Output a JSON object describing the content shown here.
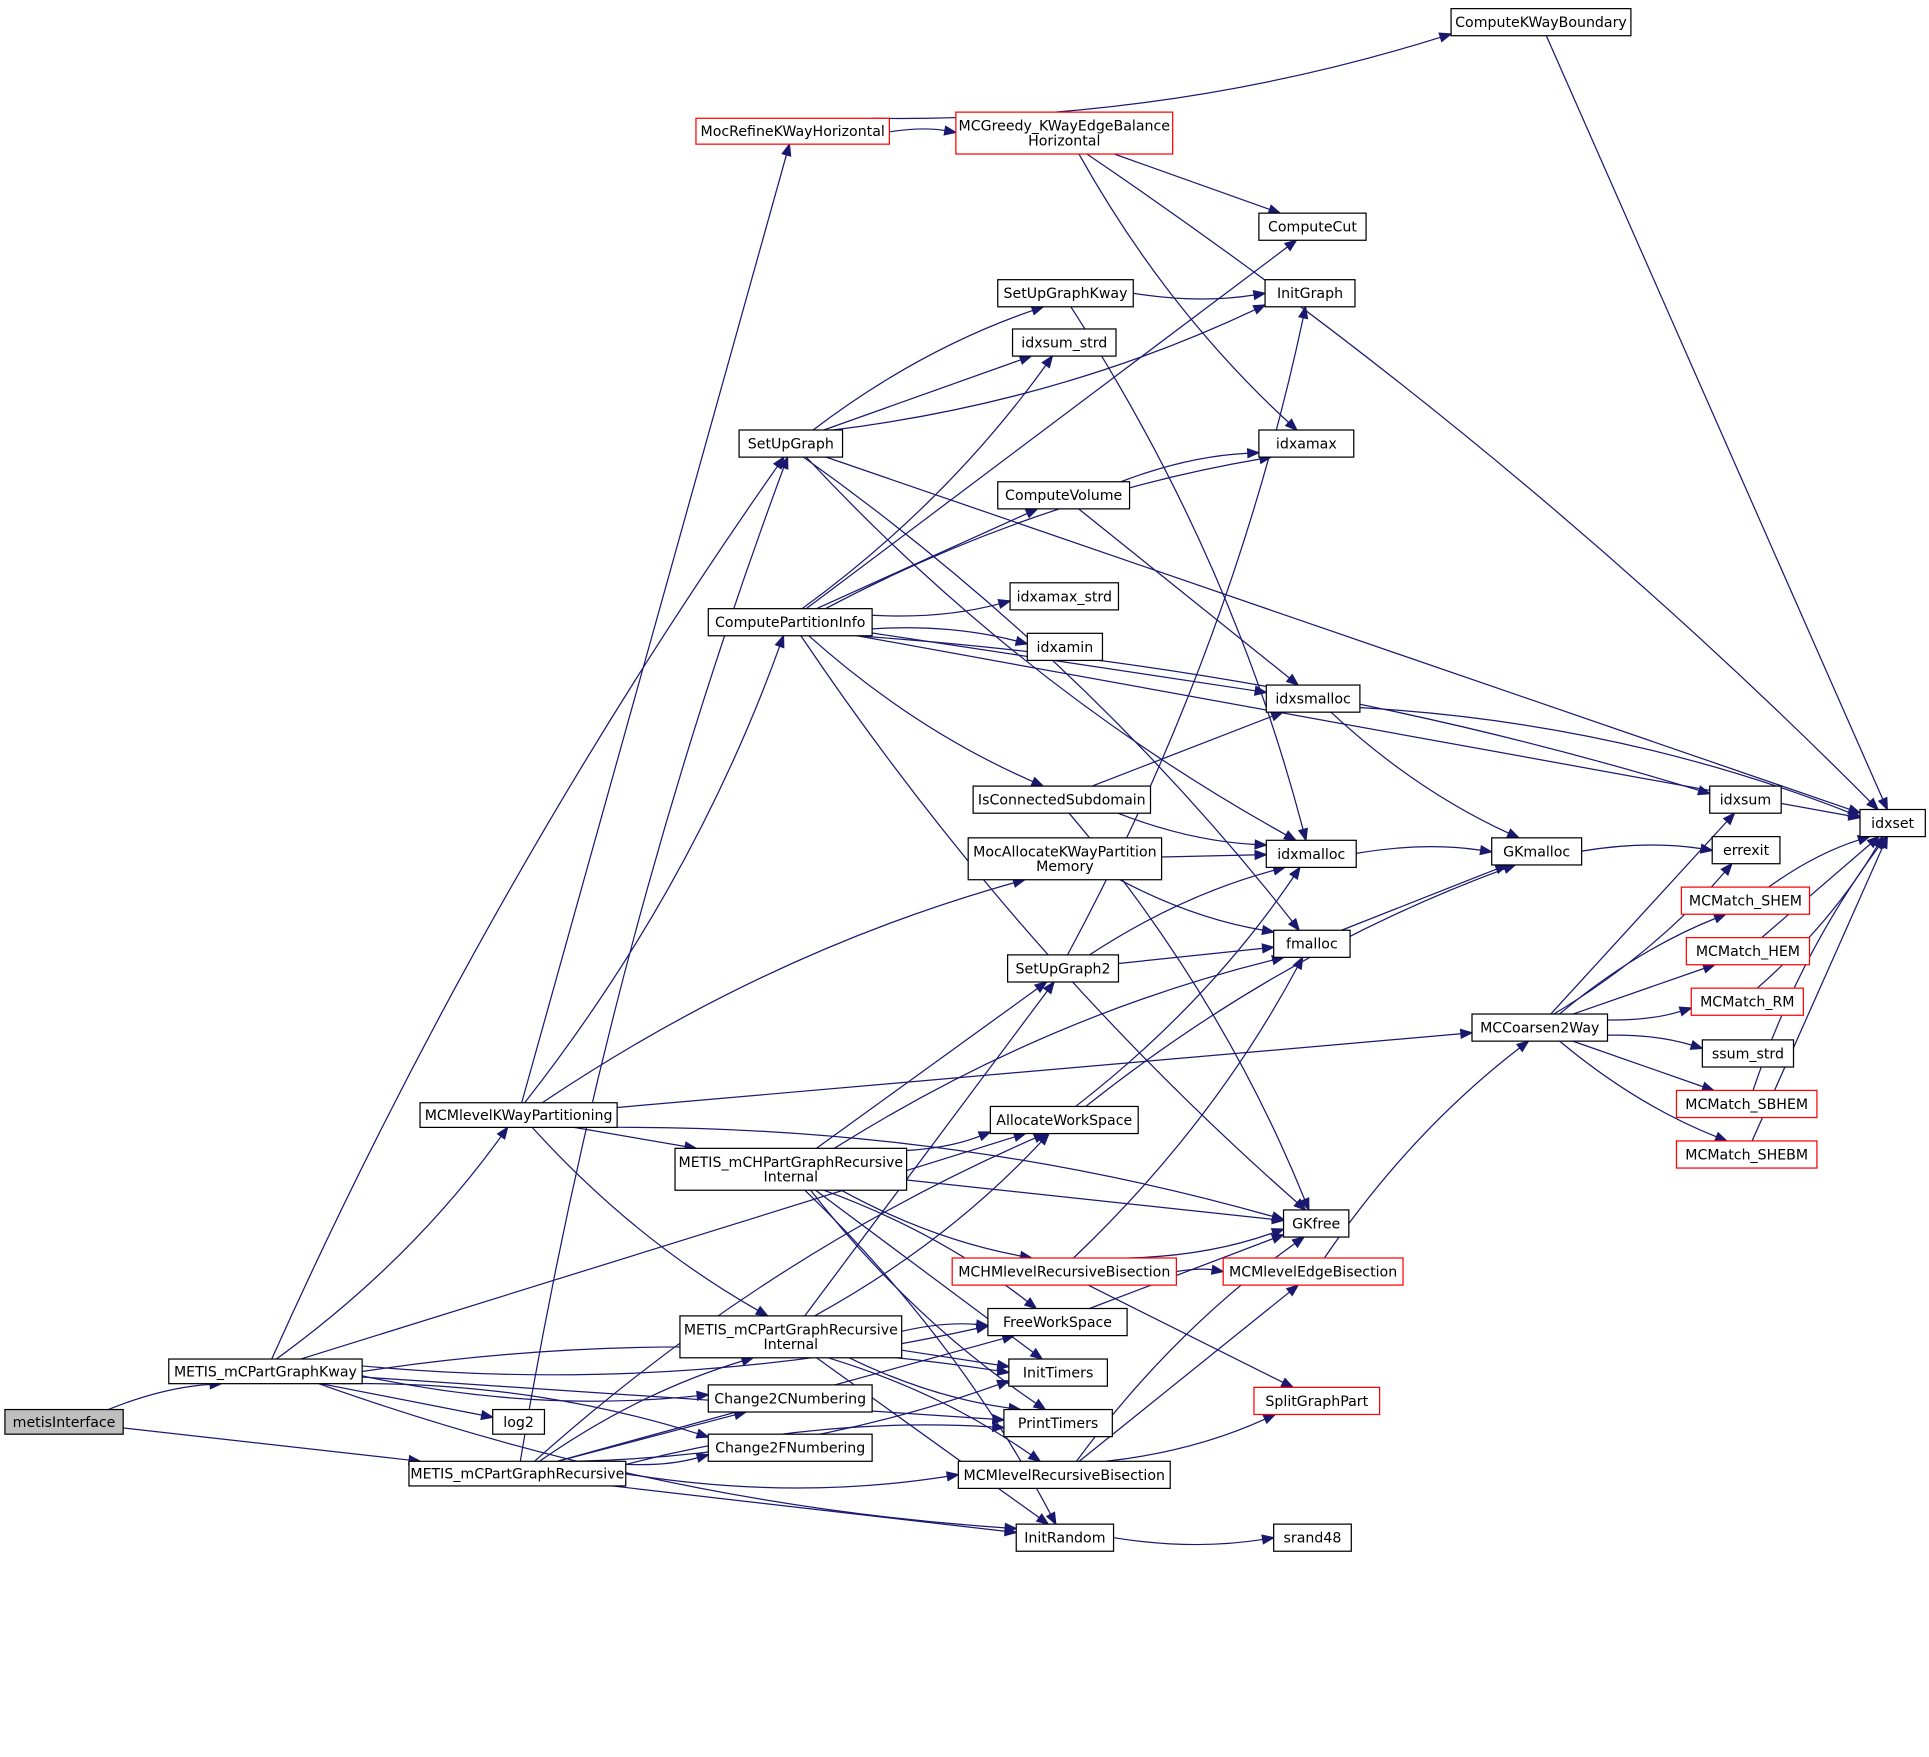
{
  "diagram": {
    "title": "Call graph for metisInterface",
    "colors": {
      "edge": "#191970",
      "node_border": "#000000",
      "node_border_truncated": "#ff0000",
      "root_fill": "#bfbfbf",
      "node_fill": "#ffffff"
    },
    "nodes": [
      {
        "id": "metisInterface",
        "lines": [
          "metisInterface"
        ],
        "style": "root"
      },
      {
        "id": "METIS_mCPartGraphKway",
        "lines": [
          "METIS_mCPartGraphKway"
        ],
        "style": "normal"
      },
      {
        "id": "METIS_mCPartGraphRecursive",
        "lines": [
          "METIS_mCPartGraphRecursive"
        ],
        "style": "normal"
      },
      {
        "id": "log2",
        "lines": [
          "log2"
        ],
        "style": "normal"
      },
      {
        "id": "MCMlevelKWayPartitioning",
        "lines": [
          "MCMlevelKWayPartitioning"
        ],
        "style": "normal"
      },
      {
        "id": "MocRefineKWayHorizontal",
        "lines": [
          "MocRefineKWayHorizontal"
        ],
        "style": "red"
      },
      {
        "id": "SetUpGraph",
        "lines": [
          "SetUpGraph"
        ],
        "style": "normal"
      },
      {
        "id": "ComputePartitionInfo",
        "lines": [
          "ComputePartitionInfo"
        ],
        "style": "normal"
      },
      {
        "id": "METIS_mCHPartGraphRecursiveInternal",
        "lines": [
          "METIS_mCHPartGraphRecursive",
          "Internal"
        ],
        "style": "normal"
      },
      {
        "id": "METIS_mCPartGraphRecursiveInternal",
        "lines": [
          "METIS_mCPartGraphRecursive",
          "Internal"
        ],
        "style": "normal"
      },
      {
        "id": "Change2CNumbering",
        "lines": [
          "Change2CNumbering"
        ],
        "style": "normal"
      },
      {
        "id": "Change2FNumbering",
        "lines": [
          "Change2FNumbering"
        ],
        "style": "normal"
      },
      {
        "id": "ComputeKWayBoundary",
        "lines": [
          "ComputeKWayBoundary"
        ],
        "style": "normal"
      },
      {
        "id": "MCGreedy_KWayEdgeBalanceHorizontal",
        "lines": [
          "MCGreedy_KWayEdgeBalance",
          "Horizontal"
        ],
        "style": "red"
      },
      {
        "id": "ComputeCut",
        "lines": [
          "ComputeCut"
        ],
        "style": "normal"
      },
      {
        "id": "SetUpGraphKway",
        "lines": [
          "SetUpGraphKway"
        ],
        "style": "normal"
      },
      {
        "id": "InitGraph",
        "lines": [
          "InitGraph"
        ],
        "style": "normal"
      },
      {
        "id": "idxsum_strd",
        "lines": [
          "idxsum_strd"
        ],
        "style": "normal"
      },
      {
        "id": "idxamax",
        "lines": [
          "idxamax"
        ],
        "style": "normal"
      },
      {
        "id": "ComputeVolume",
        "lines": [
          "ComputeVolume"
        ],
        "style": "normal"
      },
      {
        "id": "idxamax_strd",
        "lines": [
          "idxamax_strd"
        ],
        "style": "normal"
      },
      {
        "id": "idxamin",
        "lines": [
          "idxamin"
        ],
        "style": "normal"
      },
      {
        "id": "idxsmalloc",
        "lines": [
          "idxsmalloc"
        ],
        "style": "normal"
      },
      {
        "id": "IsConnectedSubdomain",
        "lines": [
          "IsConnectedSubdomain"
        ],
        "style": "normal"
      },
      {
        "id": "MocAllocateKWayPartitionMemory",
        "lines": [
          "MocAllocateKWayPartition",
          "Memory"
        ],
        "style": "normal"
      },
      {
        "id": "idxmalloc",
        "lines": [
          "idxmalloc"
        ],
        "style": "normal"
      },
      {
        "id": "SetUpGraph2",
        "lines": [
          "SetUpGraph2"
        ],
        "style": "normal"
      },
      {
        "id": "fmalloc",
        "lines": [
          "fmalloc"
        ],
        "style": "normal"
      },
      {
        "id": "AllocateWorkSpace",
        "lines": [
          "AllocateWorkSpace"
        ],
        "style": "normal"
      },
      {
        "id": "GKfree",
        "lines": [
          "GKfree"
        ],
        "style": "normal"
      },
      {
        "id": "MCHMlevelRecursiveBisection",
        "lines": [
          "MCHMlevelRecursiveBisection"
        ],
        "style": "red"
      },
      {
        "id": "MCMlevelEdgeBisection",
        "lines": [
          "MCMlevelEdgeBisection"
        ],
        "style": "red"
      },
      {
        "id": "FreeWorkSpace",
        "lines": [
          "FreeWorkSpace"
        ],
        "style": "normal"
      },
      {
        "id": "InitTimers",
        "lines": [
          "InitTimers"
        ],
        "style": "normal"
      },
      {
        "id": "SplitGraphPart",
        "lines": [
          "SplitGraphPart"
        ],
        "style": "red"
      },
      {
        "id": "PrintTimers",
        "lines": [
          "PrintTimers"
        ],
        "style": "normal"
      },
      {
        "id": "MCMlevelRecursiveBisection",
        "lines": [
          "MCMlevelRecursiveBisection"
        ],
        "style": "normal"
      },
      {
        "id": "InitRandom",
        "lines": [
          "InitRandom"
        ],
        "style": "normal"
      },
      {
        "id": "srand48",
        "lines": [
          "srand48"
        ],
        "style": "normal"
      },
      {
        "id": "GKmalloc",
        "lines": [
          "GKmalloc"
        ],
        "style": "normal"
      },
      {
        "id": "MCCoarsen2Way",
        "lines": [
          "MCCoarsen2Way"
        ],
        "style": "normal"
      },
      {
        "id": "idxsum",
        "lines": [
          "idxsum"
        ],
        "style": "normal"
      },
      {
        "id": "errexit",
        "lines": [
          "errexit"
        ],
        "style": "normal"
      },
      {
        "id": "MCMatch_SHEM",
        "lines": [
          "MCMatch_SHEM"
        ],
        "style": "red"
      },
      {
        "id": "MCMatch_HEM",
        "lines": [
          "MCMatch_HEM"
        ],
        "style": "red"
      },
      {
        "id": "MCMatch_RM",
        "lines": [
          "MCMatch_RM"
        ],
        "style": "red"
      },
      {
        "id": "ssum_strd",
        "lines": [
          "ssum_strd"
        ],
        "style": "normal"
      },
      {
        "id": "MCMatch_SBHEM",
        "lines": [
          "MCMatch_SBHEM"
        ],
        "style": "red"
      },
      {
        "id": "MCMatch_SHEBM",
        "lines": [
          "MCMatch_SHEBM"
        ],
        "style": "red"
      },
      {
        "id": "idxset",
        "lines": [
          "idxset"
        ],
        "style": "normal"
      }
    ],
    "edges": [
      [
        "metisInterface",
        "METIS_mCPartGraphKway"
      ],
      [
        "metisInterface",
        "METIS_mCPartGraphRecursive"
      ],
      [
        "METIS_mCPartGraphKway",
        "MCMlevelKWayPartitioning"
      ],
      [
        "METIS_mCPartGraphKway",
        "SetUpGraph"
      ],
      [
        "METIS_mCPartGraphKway",
        "log2"
      ],
      [
        "METIS_mCPartGraphKway",
        "Change2CNumbering"
      ],
      [
        "METIS_mCPartGraphKway",
        "Change2FNumbering"
      ],
      [
        "METIS_mCPartGraphKway",
        "AllocateWorkSpace"
      ],
      [
        "METIS_mCPartGraphKway",
        "FreeWorkSpace"
      ],
      [
        "METIS_mCPartGraphKway",
        "InitTimers"
      ],
      [
        "METIS_mCPartGraphKway",
        "PrintTimers"
      ],
      [
        "METIS_mCPartGraphKway",
        "InitRandom"
      ],
      [
        "METIS_mCPartGraphRecursive",
        "SetUpGraph"
      ],
      [
        "METIS_mCPartGraphRecursive",
        "Change2CNumbering"
      ],
      [
        "METIS_mCPartGraphRecursive",
        "Change2FNumbering"
      ],
      [
        "METIS_mCPartGraphRecursive",
        "AllocateWorkSpace"
      ],
      [
        "METIS_mCPartGraphRecursive",
        "FreeWorkSpace"
      ],
      [
        "METIS_mCPartGraphRecursive",
        "InitTimers"
      ],
      [
        "METIS_mCPartGraphRecursive",
        "PrintTimers"
      ],
      [
        "METIS_mCPartGraphRecursive",
        "InitRandom"
      ],
      [
        "METIS_mCPartGraphRecursive",
        "MCMlevelRecursiveBisection"
      ],
      [
        "METIS_mCPartGraphRecursive",
        "METIS_mCPartGraphRecursiveInternal"
      ],
      [
        "MCMlevelKWayPartitioning",
        "MocRefineKWayHorizontal"
      ],
      [
        "MCMlevelKWayPartitioning",
        "ComputePartitionInfo"
      ],
      [
        "MCMlevelKWayPartitioning",
        "MocAllocateKWayPartitionMemory"
      ],
      [
        "MCMlevelKWayPartitioning",
        "METIS_mCHPartGraphRecursiveInternal"
      ],
      [
        "MCMlevelKWayPartitioning",
        "METIS_mCPartGraphRecursiveInternal"
      ],
      [
        "MCMlevelKWayPartitioning",
        "GKfree"
      ],
      [
        "MCMlevelKWayPartitioning",
        "MCCoarsen2Way"
      ],
      [
        "MocRefineKWayHorizontal",
        "ComputeKWayBoundary"
      ],
      [
        "MocRefineKWayHorizontal",
        "MCGreedy_KWayEdgeBalanceHorizontal"
      ],
      [
        "MCGreedy_KWayEdgeBalanceHorizontal",
        "ComputeCut"
      ],
      [
        "MCGreedy_KWayEdgeBalanceHorizontal",
        "idxamax"
      ],
      [
        "MCGreedy_KWayEdgeBalanceHorizontal",
        "idxset"
      ],
      [
        "ComputeKWayBoundary",
        "idxset"
      ],
      [
        "SetUpGraph",
        "InitGraph"
      ],
      [
        "SetUpGraph",
        "SetUpGraphKway"
      ],
      [
        "SetUpGraph",
        "idxsum_strd"
      ],
      [
        "SetUpGraph",
        "idxmalloc"
      ],
      [
        "SetUpGraph",
        "fmalloc"
      ],
      [
        "SetUpGraph",
        "idxset"
      ],
      [
        "SetUpGraphKway",
        "InitGraph"
      ],
      [
        "SetUpGraphKway",
        "idxmalloc"
      ],
      [
        "ComputePartitionInfo",
        "ComputeCut"
      ],
      [
        "ComputePartitionInfo",
        "idxsum_strd"
      ],
      [
        "ComputePartitionInfo",
        "idxamax"
      ],
      [
        "ComputePartitionInfo",
        "ComputeVolume"
      ],
      [
        "ComputePartitionInfo",
        "idxamax_strd"
      ],
      [
        "ComputePartitionInfo",
        "idxamin"
      ],
      [
        "ComputePartitionInfo",
        "idxsmalloc"
      ],
      [
        "ComputePartitionInfo",
        "IsConnectedSubdomain"
      ],
      [
        "ComputePartitionInfo",
        "idxsum"
      ],
      [
        "ComputePartitionInfo",
        "idxset"
      ],
      [
        "ComputePartitionInfo",
        "GKfree"
      ],
      [
        "ComputeVolume",
        "idxamax"
      ],
      [
        "ComputeVolume",
        "idxsmalloc"
      ],
      [
        "idxsmalloc",
        "GKmalloc"
      ],
      [
        "idxsmalloc",
        "idxset"
      ],
      [
        "IsConnectedSubdomain",
        "idxsmalloc"
      ],
      [
        "IsConnectedSubdomain",
        "idxmalloc"
      ],
      [
        "IsConnectedSubdomain",
        "GKfree"
      ],
      [
        "MocAllocateKWayPartitionMemory",
        "idxmalloc"
      ],
      [
        "MocAllocateKWayPartitionMemory",
        "fmalloc"
      ],
      [
        "idxmalloc",
        "GKmalloc"
      ],
      [
        "fmalloc",
        "GKmalloc"
      ],
      [
        "SetUpGraph2",
        "InitGraph"
      ],
      [
        "SetUpGraph2",
        "idxmalloc"
      ],
      [
        "SetUpGraph2",
        "fmalloc"
      ],
      [
        "AllocateWorkSpace",
        "idxmalloc"
      ],
      [
        "AllocateWorkSpace",
        "GKmalloc"
      ],
      [
        "METIS_mCHPartGraphRecursiveInternal",
        "SetUpGraph2"
      ],
      [
        "METIS_mCHPartGraphRecursiveInternal",
        "AllocateWorkSpace"
      ],
      [
        "METIS_mCHPartGraphRecursiveInternal",
        "fmalloc"
      ],
      [
        "METIS_mCHPartGraphRecursiveInternal",
        "GKfree"
      ],
      [
        "METIS_mCHPartGraphRecursiveInternal",
        "MCHMlevelRecursiveBisection"
      ],
      [
        "METIS_mCHPartGraphRecursiveInternal",
        "FreeWorkSpace"
      ],
      [
        "METIS_mCHPartGraphRecursiveInternal",
        "InitTimers"
      ],
      [
        "METIS_mCHPartGraphRecursiveInternal",
        "PrintTimers"
      ],
      [
        "METIS_mCHPartGraphRecursiveInternal",
        "InitRandom"
      ],
      [
        "METIS_mCPartGraphRecursiveInternal",
        "SetUpGraph2"
      ],
      [
        "METIS_mCPartGraphRecursiveInternal",
        "AllocateWorkSpace"
      ],
      [
        "METIS_mCPartGraphRecursiveInternal",
        "FreeWorkSpace"
      ],
      [
        "METIS_mCPartGraphRecursiveInternal",
        "InitTimers"
      ],
      [
        "METIS_mCPartGraphRecursiveInternal",
        "PrintTimers"
      ],
      [
        "METIS_mCPartGraphRecursiveInternal",
        "MCMlevelRecursiveBisection"
      ],
      [
        "METIS_mCPartGraphRecursiveInternal",
        "InitRandom"
      ],
      [
        "MCHMlevelRecursiveBisection",
        "GKfree"
      ],
      [
        "MCHMlevelRecursiveBisection",
        "MCMlevelEdgeBisection"
      ],
      [
        "MCHMlevelRecursiveBisection",
        "SplitGraphPart"
      ],
      [
        "MCHMlevelRecursiveBisection",
        "fmalloc"
      ],
      [
        "MCMlevelRecursiveBisection",
        "GKfree"
      ],
      [
        "MCMlevelRecursiveBisection",
        "MCMlevelEdgeBisection"
      ],
      [
        "MCMlevelRecursiveBisection",
        "SplitGraphPart"
      ],
      [
        "MCMlevelEdgeBisection",
        "MCCoarsen2Way"
      ],
      [
        "FreeWorkSpace",
        "GKfree"
      ],
      [
        "InitRandom",
        "srand48"
      ],
      [
        "GKmalloc",
        "errexit"
      ],
      [
        "MCCoarsen2Way",
        "idxsum"
      ],
      [
        "MCCoarsen2Way",
        "errexit"
      ],
      [
        "MCCoarsen2Way",
        "MCMatch_SHEM"
      ],
      [
        "MCCoarsen2Way",
        "MCMatch_HEM"
      ],
      [
        "MCCoarsen2Way",
        "MCMatch_RM"
      ],
      [
        "MCCoarsen2Way",
        "ssum_strd"
      ],
      [
        "MCCoarsen2Way",
        "MCMatch_SBHEM"
      ],
      [
        "MCCoarsen2Way",
        "MCMatch_SHEBM"
      ],
      [
        "MCMatch_SHEM",
        "idxset"
      ],
      [
        "MCMatch_HEM",
        "idxset"
      ],
      [
        "MCMatch_RM",
        "idxset"
      ],
      [
        "MCMatch_SBHEM",
        "idxset"
      ],
      [
        "MCMatch_SHEBM",
        "idxset"
      ]
    ]
  }
}
